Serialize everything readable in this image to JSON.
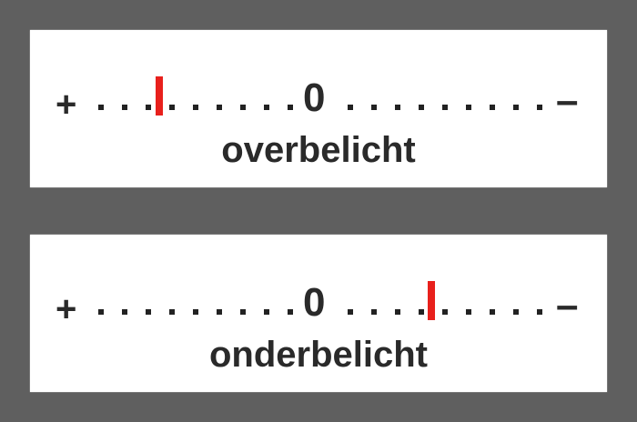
{
  "panels": [
    {
      "plus": "+",
      "zero": "0",
      "minus": "–",
      "caption": "overbelicht",
      "marker_color": "#e8201c",
      "marker_position": "between 3rd and 4th dot left of 0 (over-exposed)"
    },
    {
      "plus": "+",
      "zero": "0",
      "minus": "–",
      "caption": "onderbelicht",
      "marker_color": "#e8201c",
      "marker_position": "between 4th and 5th dot right of 0 (under-exposed)"
    }
  ]
}
